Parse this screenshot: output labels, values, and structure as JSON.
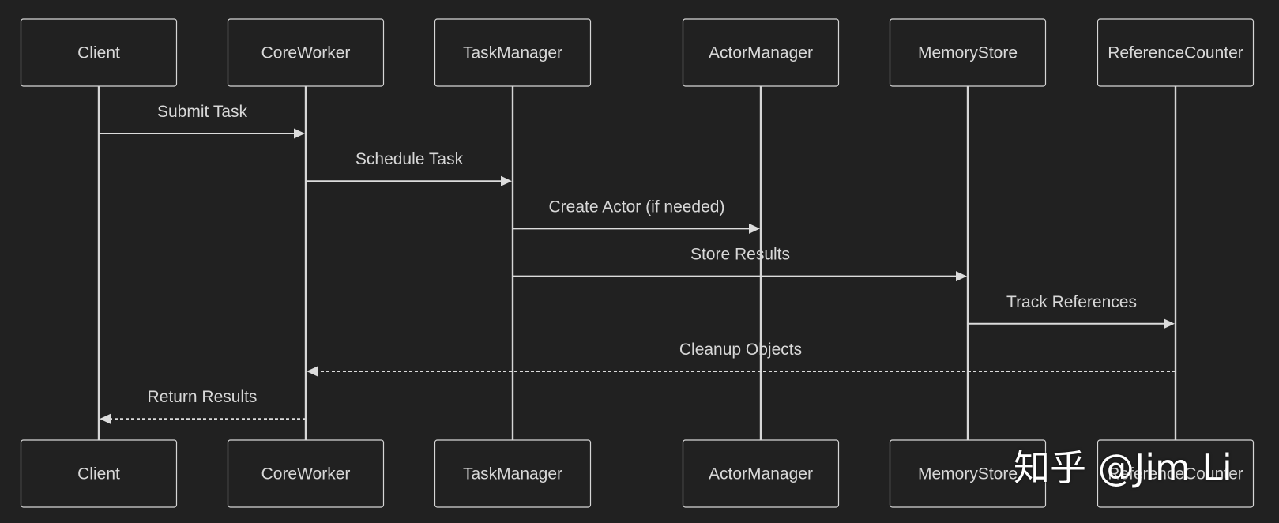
{
  "participants": [
    {
      "id": "client",
      "label": "Client"
    },
    {
      "id": "coreworker",
      "label": "CoreWorker"
    },
    {
      "id": "taskmanager",
      "label": "TaskManager"
    },
    {
      "id": "actormanager",
      "label": "ActorManager"
    },
    {
      "id": "memorystore",
      "label": "MemoryStore"
    },
    {
      "id": "referencecounter",
      "label": "ReferenceCounter"
    }
  ],
  "messages": [
    {
      "from": "client",
      "to": "coreworker",
      "label": "Submit Task",
      "style": "solid"
    },
    {
      "from": "coreworker",
      "to": "taskmanager",
      "label": "Schedule Task",
      "style": "solid"
    },
    {
      "from": "taskmanager",
      "to": "actormanager",
      "label": "Create Actor (if needed)",
      "style": "solid"
    },
    {
      "from": "taskmanager",
      "to": "memorystore",
      "label": "Store Results",
      "style": "solid"
    },
    {
      "from": "memorystore",
      "to": "referencecounter",
      "label": "Track References",
      "style": "solid"
    },
    {
      "from": "referencecounter",
      "to": "coreworker",
      "label": "Cleanup Objects",
      "style": "dashed"
    },
    {
      "from": "coreworker",
      "to": "client",
      "label": "Return Results",
      "style": "dashed"
    }
  ],
  "colors": {
    "background": "#212121",
    "stroke": "#d6d6d6",
    "text": "#d8d8d8",
    "watermark": "#ffffff"
  },
  "watermark": {
    "text": "知乎 @Jim Li"
  }
}
